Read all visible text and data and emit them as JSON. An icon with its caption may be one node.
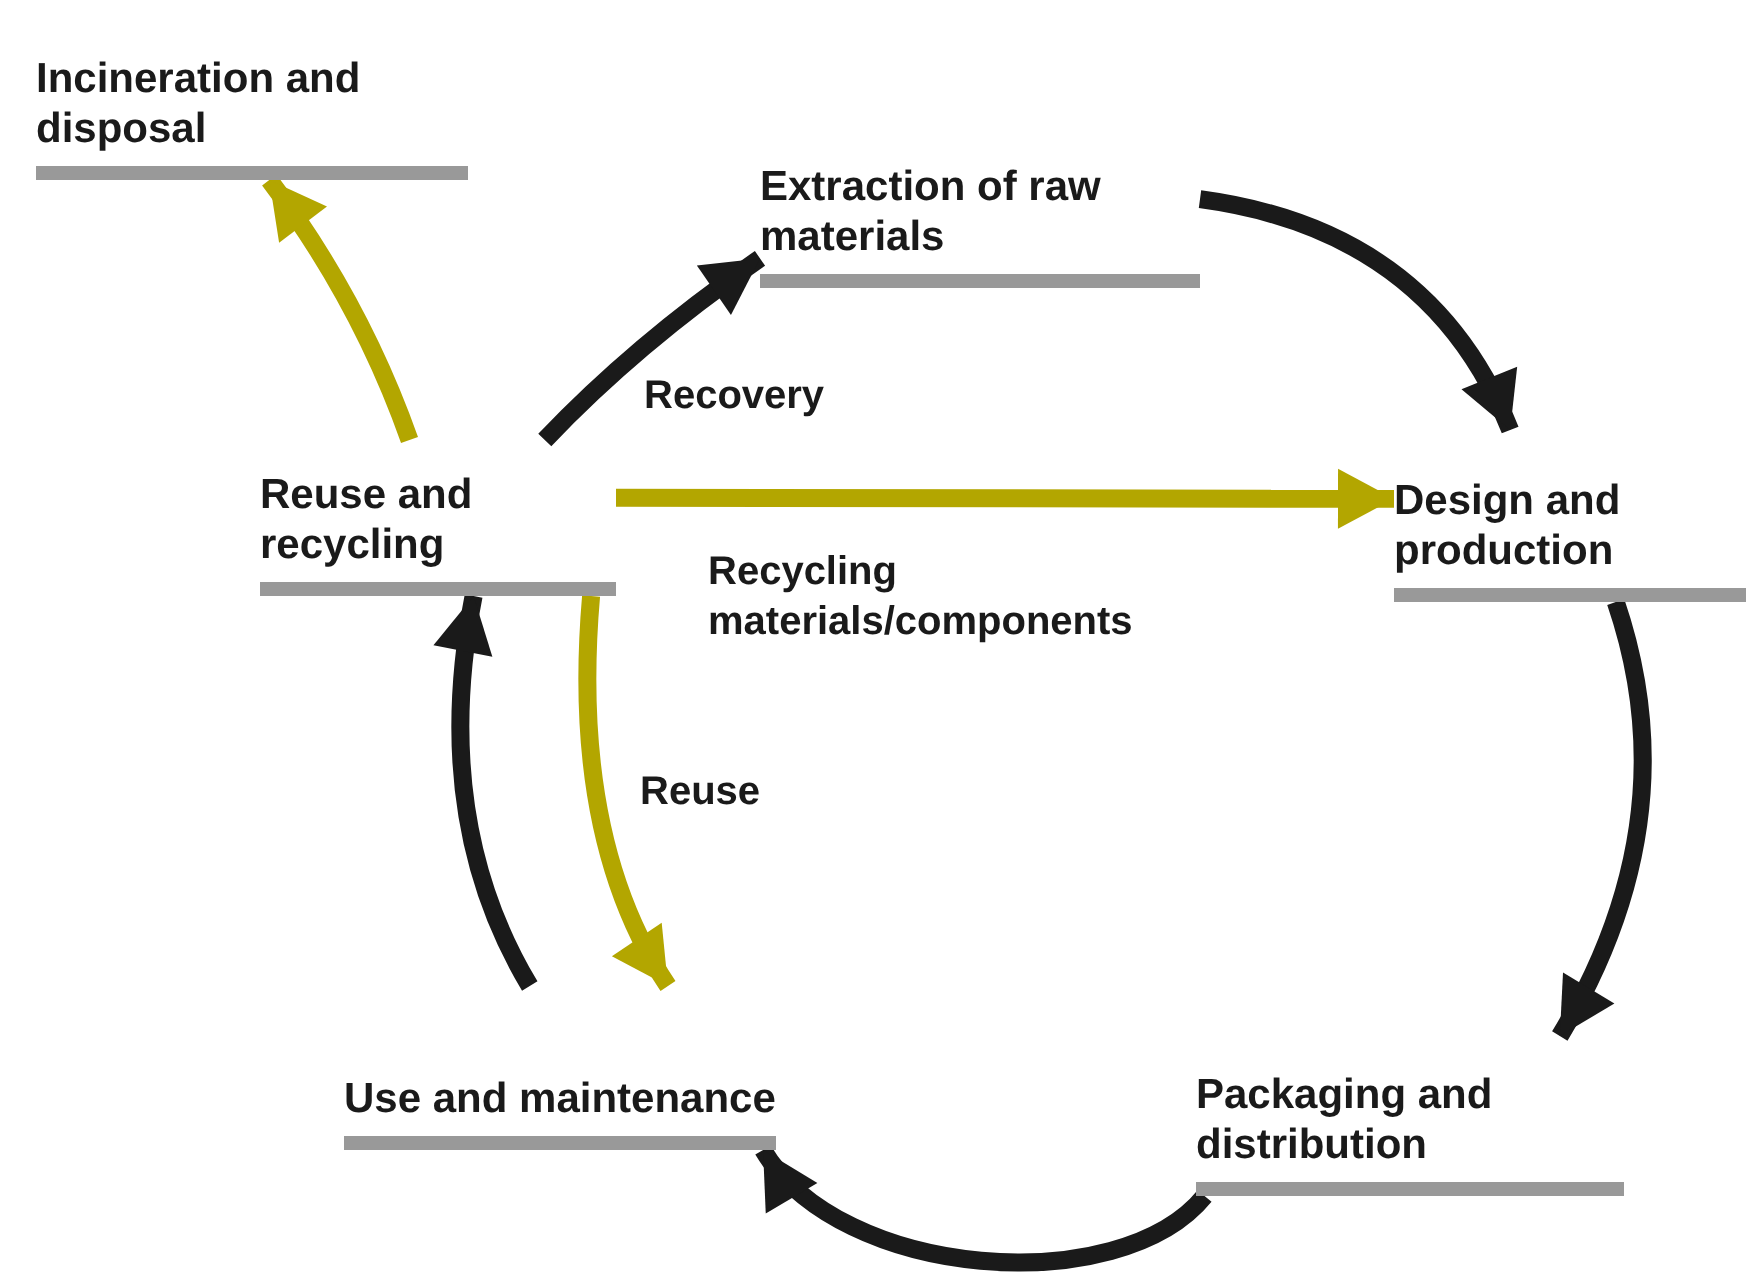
{
  "diagram": {
    "nodes": [
      {
        "text": [
          "Incineration and disposal"
        ]
      },
      {
        "text": [
          "Extraction of raw materials"
        ]
      },
      {
        "text": [
          "Design and production"
        ]
      },
      {
        "text": [
          "Packaging and distribution"
        ]
      },
      {
        "text": [
          "Use and maintenance"
        ]
      },
      {
        "text": [
          "Reuse and recycling"
        ]
      }
    ],
    "edges": [
      {
        "from": 5,
        "to": 0,
        "arrow": "to",
        "color": "#b3a600"
      },
      {
        "from": 5,
        "to": 1,
        "arrow": "to",
        "label": "Recovery"
      },
      {
        "from": 1,
        "to": 2,
        "arrow": "to"
      },
      {
        "from": 2,
        "to": 3,
        "arrow": "to"
      },
      {
        "from": 3,
        "to": 4,
        "arrow": "to"
      },
      {
        "from": 4,
        "to": 5,
        "arrow": "to"
      },
      {
        "from": 5,
        "to": 4,
        "arrow": "to",
        "label": "Reuse",
        "color": "#b3a600"
      },
      {
        "from": 5,
        "to": 2,
        "arrow": "to",
        "label": "Recycling materials/components",
        "color": "#b3a600"
      }
    ]
  }
}
